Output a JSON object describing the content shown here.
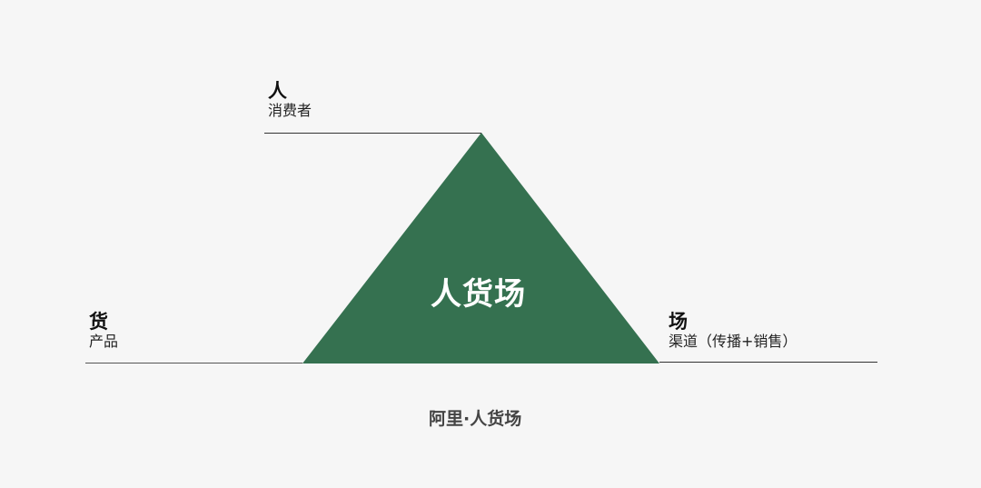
{
  "diagram": {
    "center_label": "人货场",
    "caption": "阿里·人货场",
    "colors": {
      "triangle": "#357150",
      "background": "#f6f6f6",
      "line": "#333333"
    },
    "nodes": [
      {
        "id": "people",
        "title": "人",
        "subtitle": "消费者"
      },
      {
        "id": "goods",
        "title": "货",
        "subtitle": "产品"
      },
      {
        "id": "place",
        "title": "场",
        "subtitle": "渠道（传播+销售）"
      }
    ]
  }
}
